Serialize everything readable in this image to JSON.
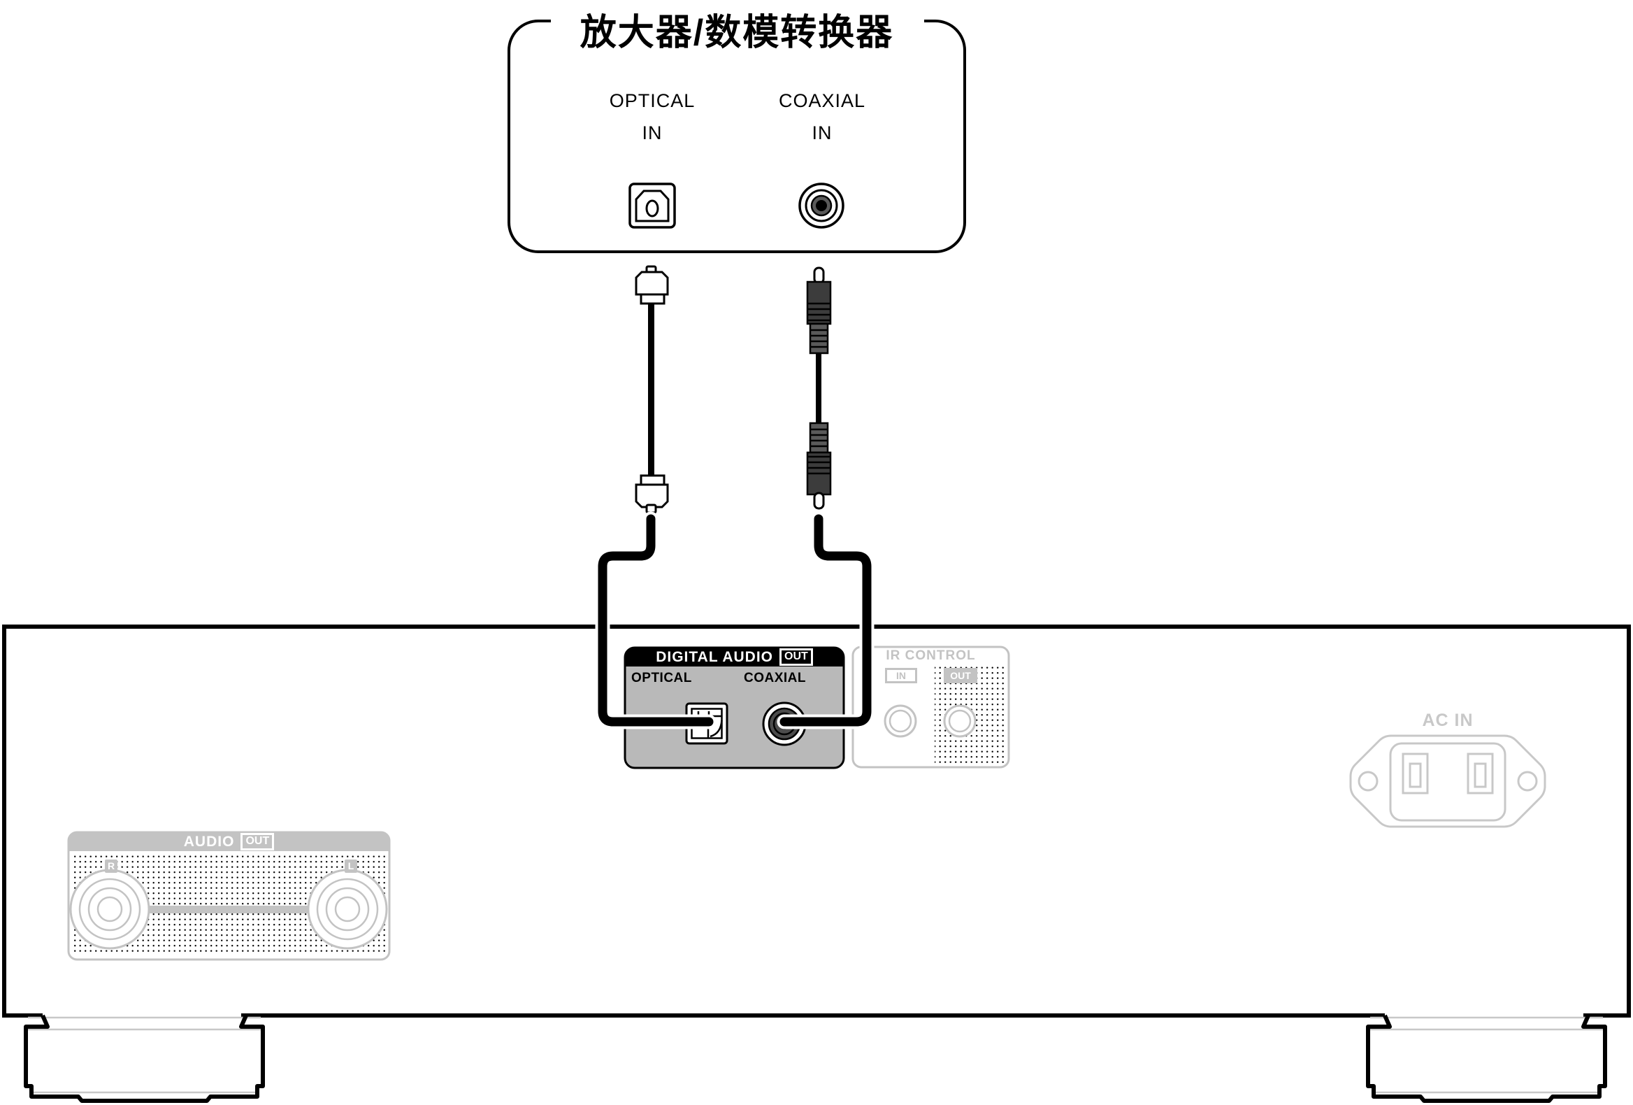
{
  "amplifier": {
    "title": "放大器/数模转换器",
    "optical_in": {
      "line1": "OPTICAL",
      "line2": "IN"
    },
    "coaxial_in": {
      "line1": "COAXIAL",
      "line2": "IN"
    }
  },
  "player_rear_panel": {
    "digital_audio": {
      "header": "DIGITAL AUDIO",
      "out_badge": "OUT",
      "optical_label": "OPTICAL",
      "coaxial_label": "COAXIAL"
    },
    "ir_control": {
      "header": "IR CONTROL",
      "in_badge": "IN",
      "out_badge": "OUT"
    },
    "ac_in_label": "AC IN",
    "audio_out": {
      "header": "AUDIO",
      "out_badge": "OUT",
      "right_jack_label": "R",
      "left_jack_label": "L"
    }
  },
  "colors": {
    "ink": "#000000",
    "panel_gray": "#b9b9b9",
    "faded_gray": "#c3c3c3",
    "ac_gray": "#c8c8c8",
    "plug_dark": "#3c3c3c",
    "plug_mid": "#5a5a5a",
    "port_dark": "#4c4c4c"
  }
}
